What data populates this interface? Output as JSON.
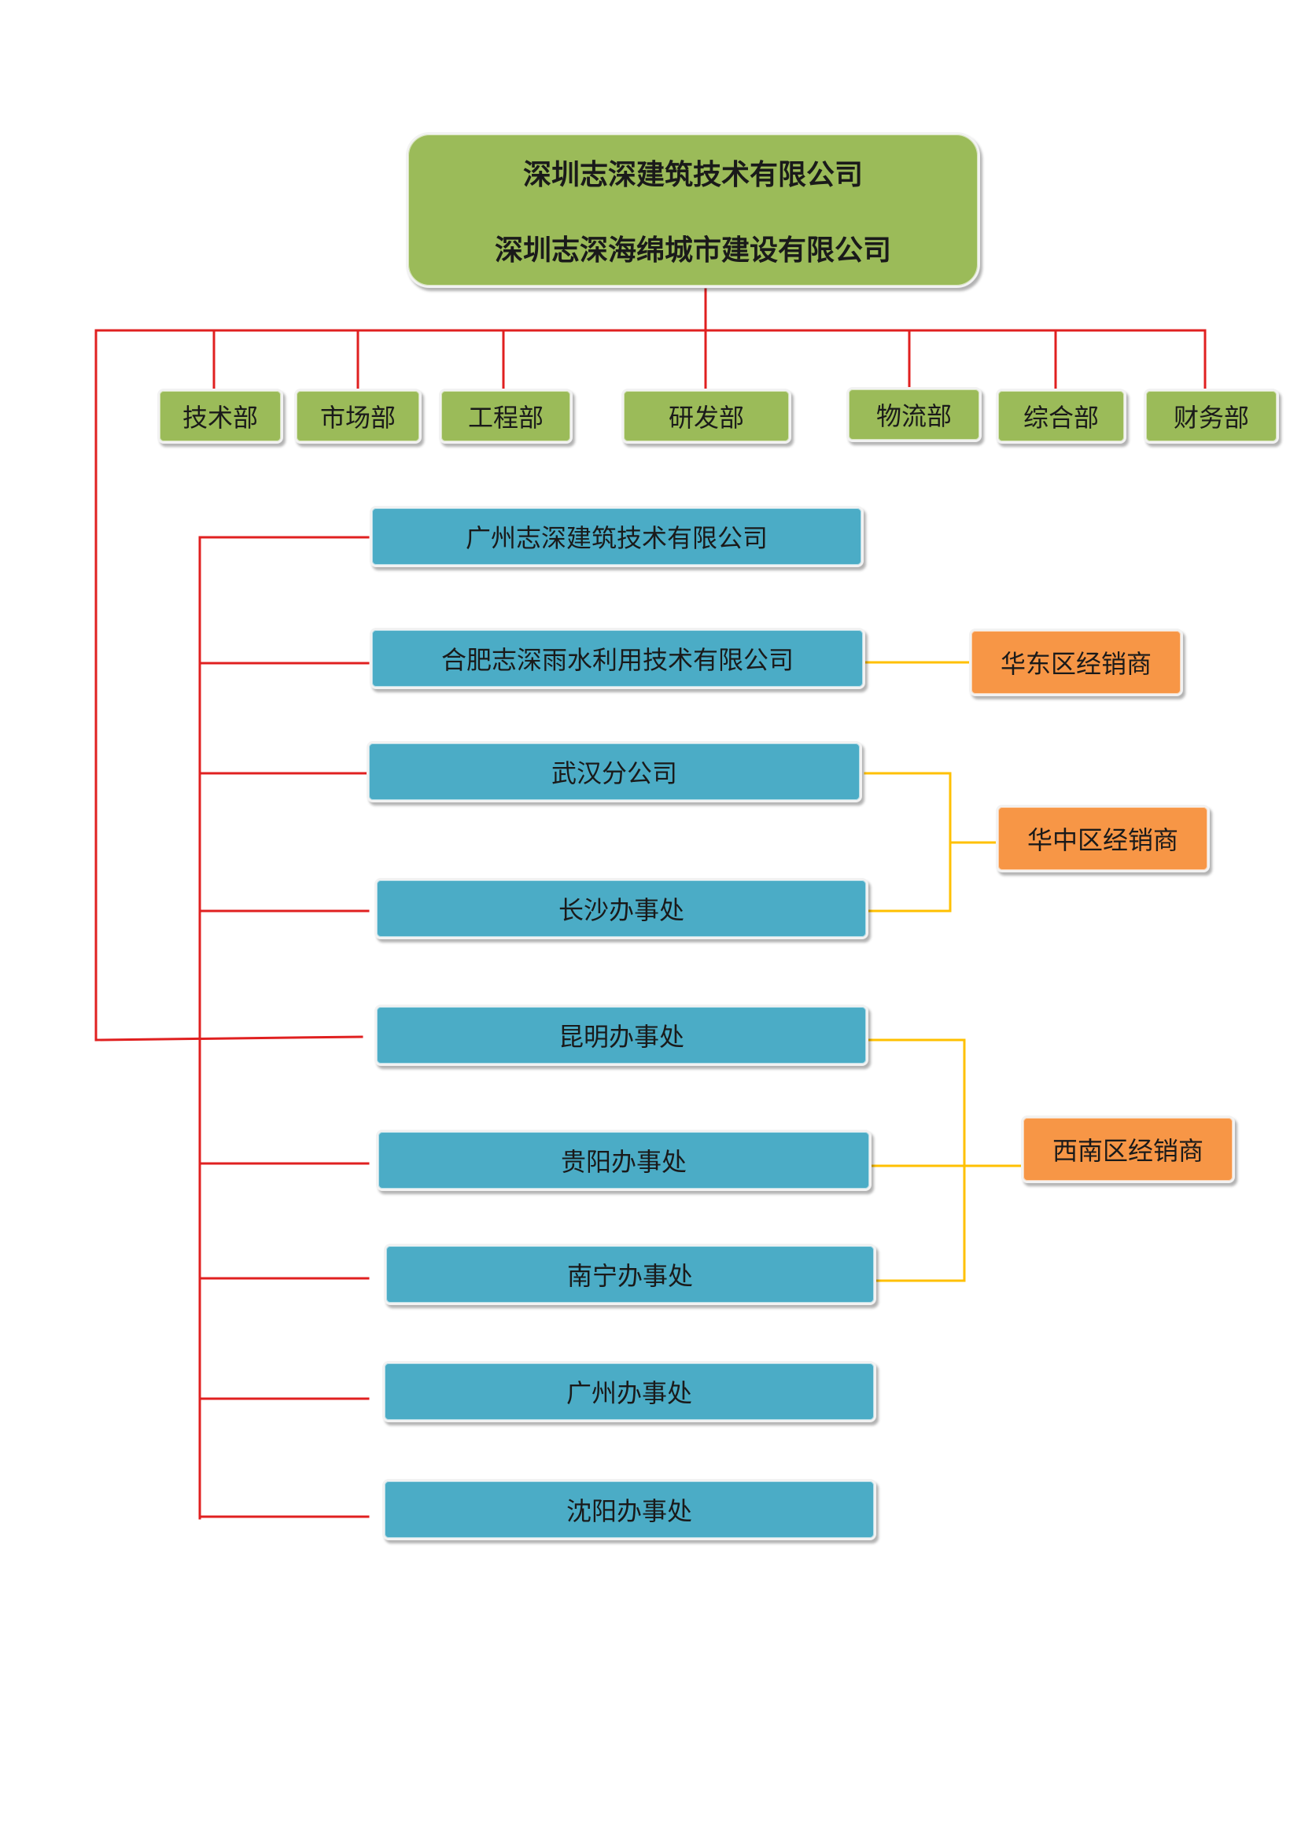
{
  "root": {
    "line1": "深圳志深建筑技术有限公司",
    "line2": "深圳志深海绵城市建设有限公司"
  },
  "departments": [
    "技术部",
    "市场部",
    "工程部",
    "研发部",
    "物流部",
    "综合部",
    "财务部"
  ],
  "branches": [
    "广州志深建筑技术有限公司",
    "合肥志深雨水利用技术有限公司",
    "武汉分公司",
    "长沙办事处",
    "昆明办事处",
    "贵阳办事处",
    "南宁办事处",
    "广州办事处",
    "沈阳办事处"
  ],
  "dealers": [
    "华东区经销商",
    "华中区经销商",
    "西南区经销商"
  ],
  "colors": {
    "root": "#9bbb59",
    "department": "#9bbb59",
    "branch": "#4bacc6",
    "dealer": "#f79646",
    "red_line": "#e02020",
    "yellow_line": "#ffc000"
  }
}
